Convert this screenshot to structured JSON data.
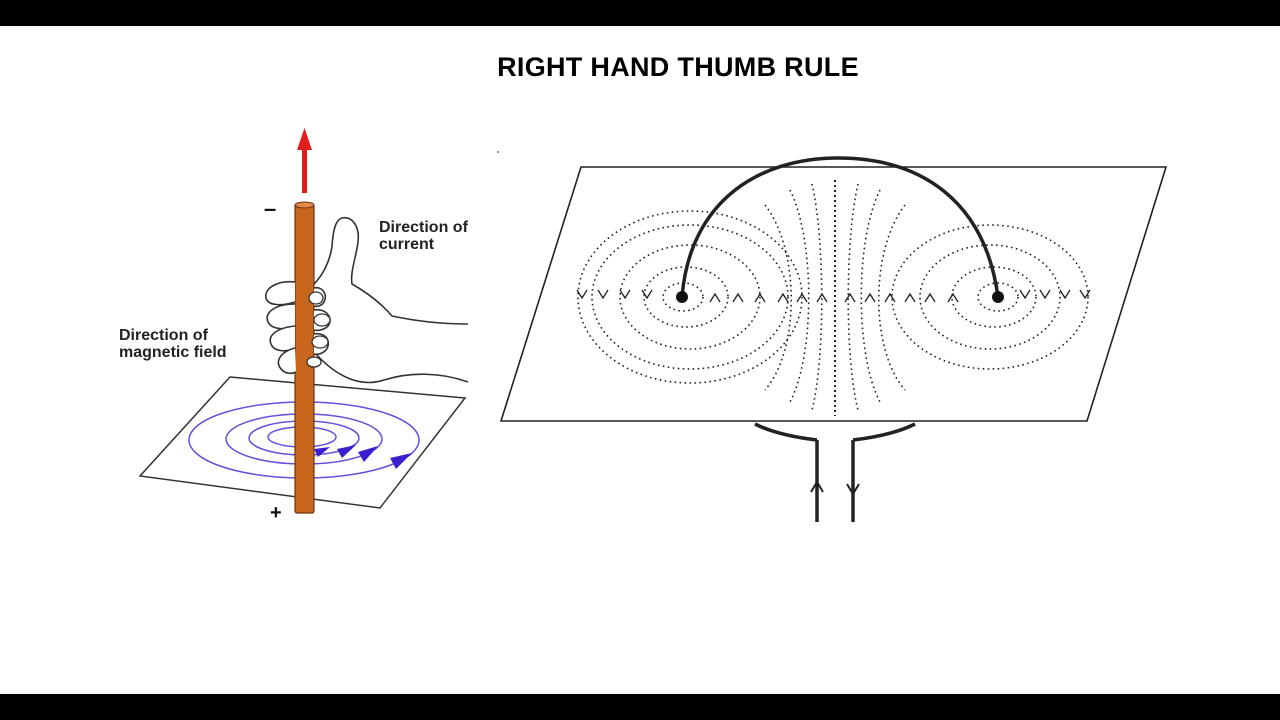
{
  "title": "RIGHT HAND THUMB RULE",
  "left_diagram": {
    "label_current": "Direction of current",
    "label_current_line1": "Direction of",
    "label_current_line2": "current",
    "label_field_line1": "Direction of",
    "label_field_line2": "magnetic field",
    "sign_top": "–",
    "sign_bottom": "+"
  },
  "colors": {
    "background": "#ffffff",
    "letterbox": "#000000",
    "current_arrow": "#e31c1c",
    "wire": "#c8661e",
    "field_lines": "#6a4ddb",
    "field_arrows": "#3a1fd0",
    "ink": "#222222"
  },
  "icons": {
    "current_arrow": "arrow-up-icon",
    "hand": "right-hand-icon",
    "field_arrows": "arrowhead-icon"
  }
}
